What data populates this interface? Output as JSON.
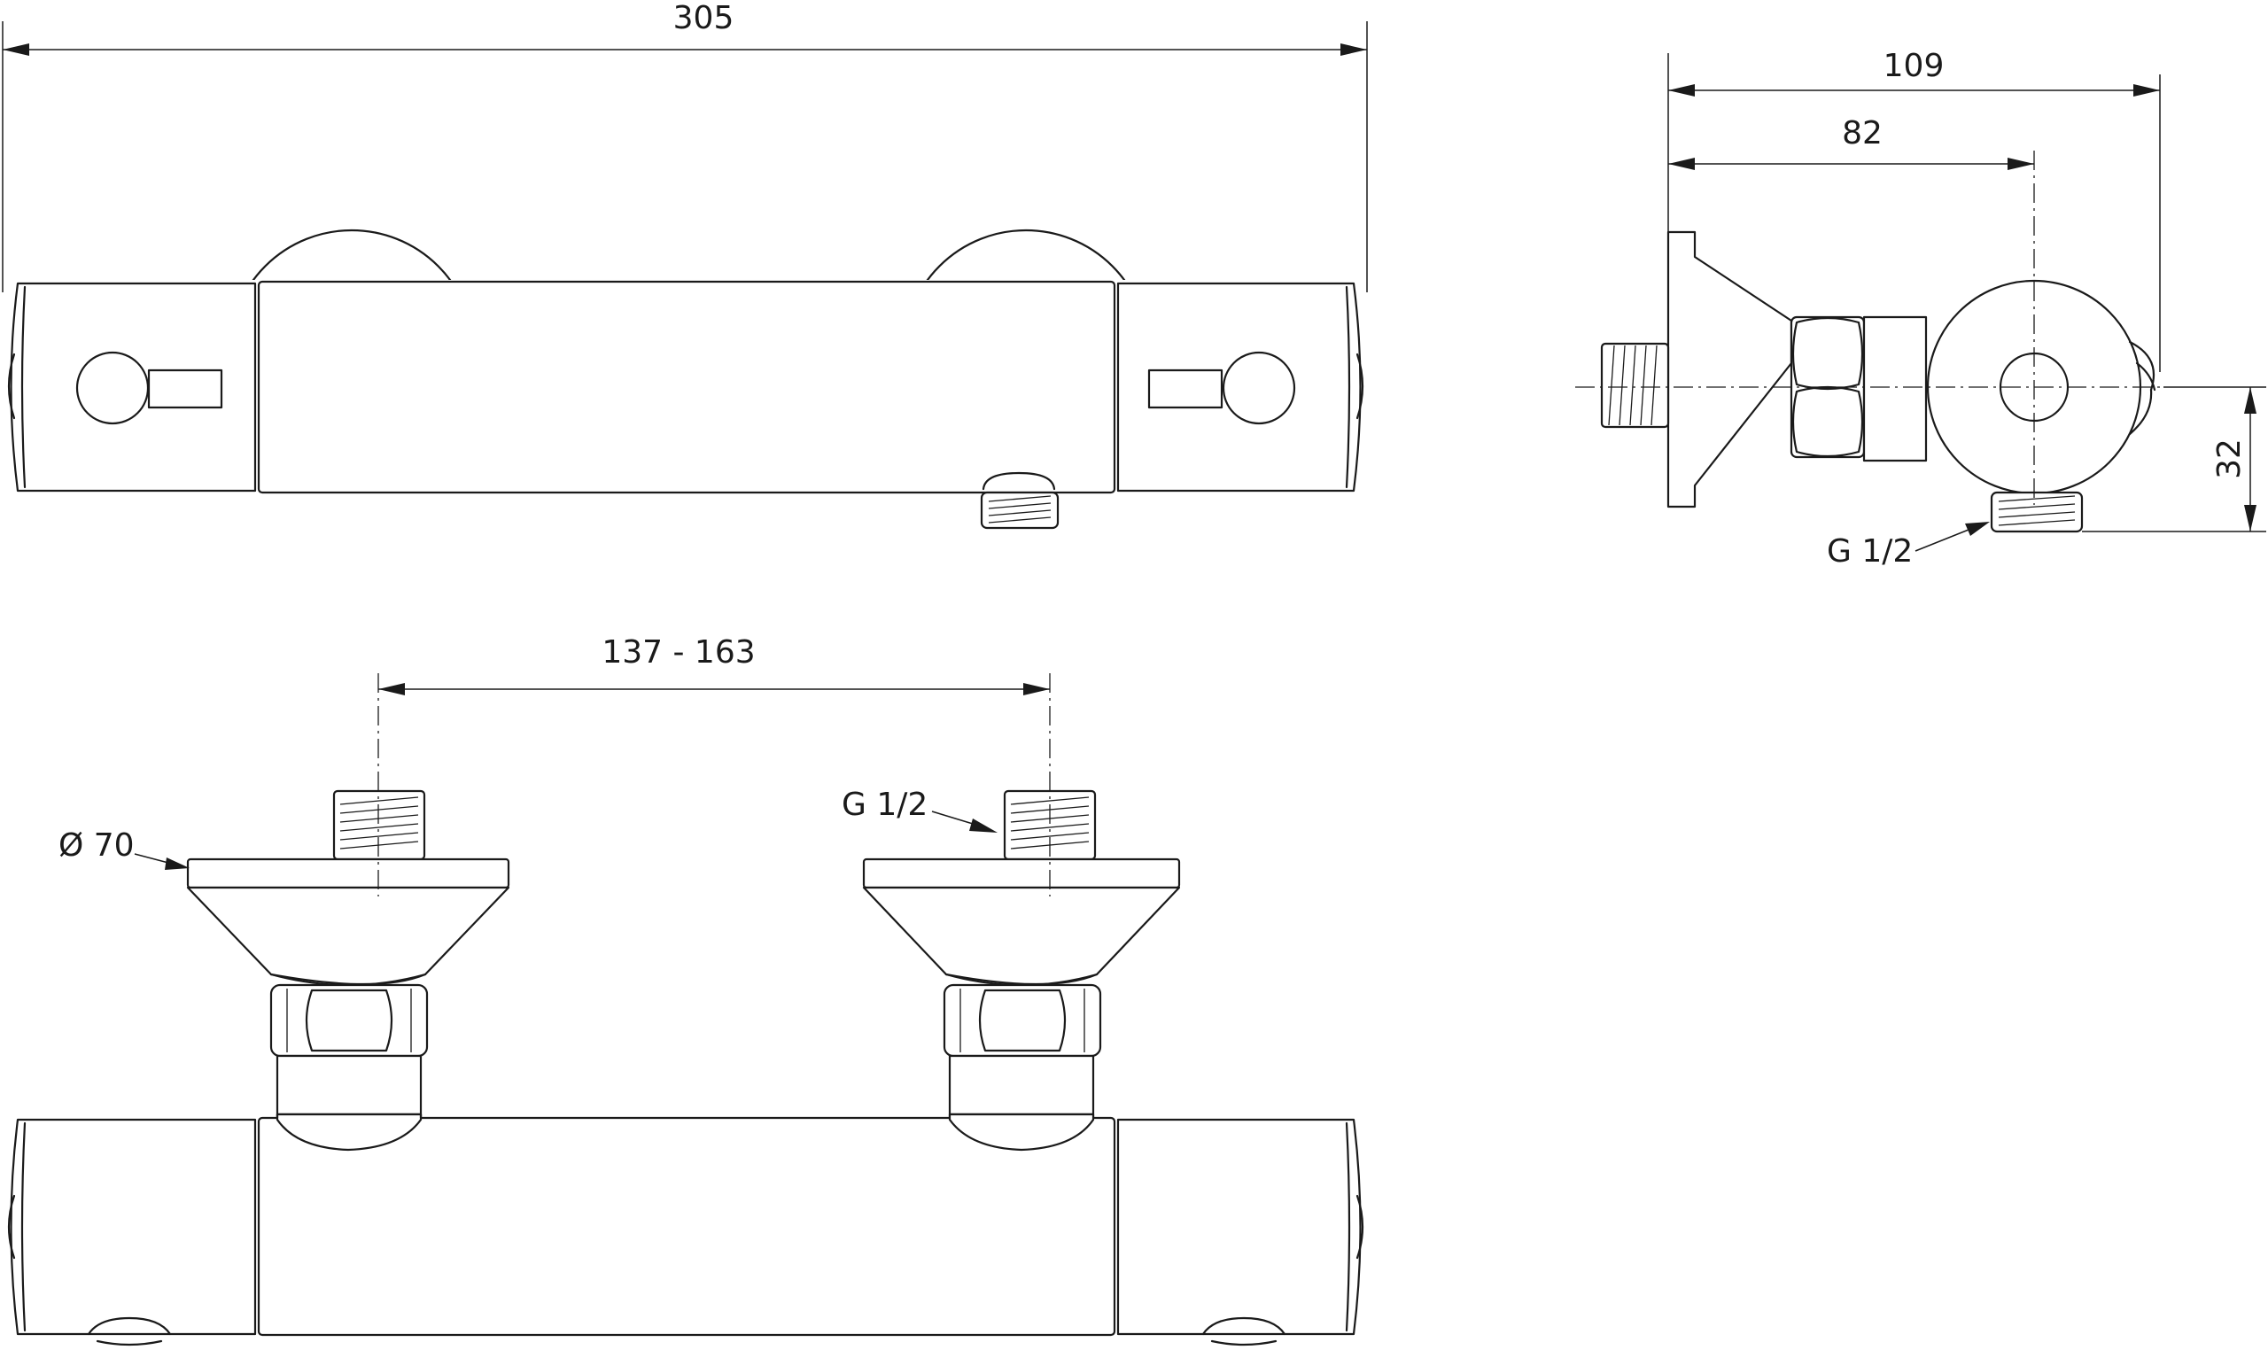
{
  "dimensions": {
    "overall_length": "305",
    "projection_max": "109",
    "projection_axis": "82",
    "outlet_offset": "32",
    "inlet_centres": "137 - 163"
  },
  "threads": {
    "outlet": "G 1/2",
    "inlet": "G 1/2"
  },
  "flange": {
    "diameter": "Ø 70"
  }
}
